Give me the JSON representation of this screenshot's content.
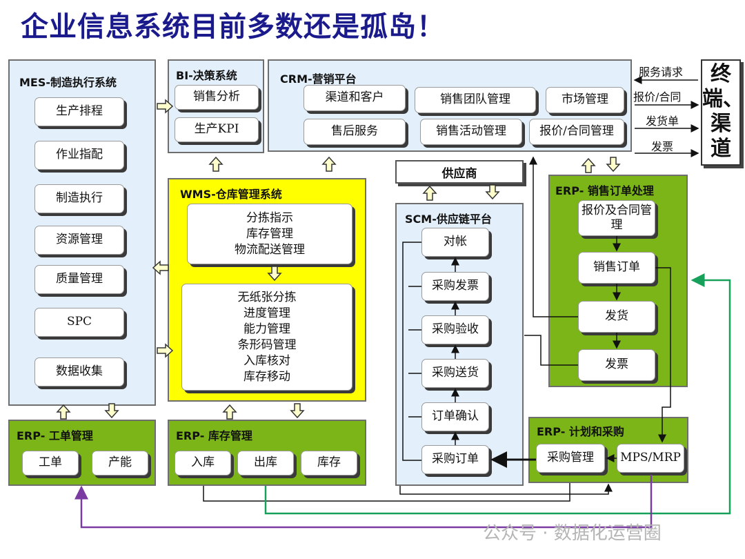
{
  "title": "企业信息系统目前多数还是孤岛！",
  "mes": {
    "title": "MES-制造执行系统",
    "items": [
      "生产排程",
      "作业指配",
      "制造执行",
      "资源管理",
      "质量管理",
      "SPC",
      "数据收集"
    ]
  },
  "bi": {
    "title": "BI-决策系统",
    "items": [
      "销售分析",
      "生产KPI"
    ]
  },
  "crm": {
    "title": "CRM-营销平台",
    "items": [
      "渠道和客户",
      "销售团队管理",
      "市场管理",
      "售后服务",
      "销售活动管理",
      "报价/合同管理"
    ]
  },
  "side_labels": [
    "服务请求",
    "报价/合同",
    "发货单",
    "发票"
  ],
  "terminal": "终端、渠道",
  "wms": {
    "title": "WMS-仓库管理系统",
    "box1": "分拣指示\n库存管理\n物流配送管理",
    "box2": "无纸张分拣\n进度管理\n能力管理\n条形码管理\n入库核对\n库存移动"
  },
  "supplier": "供应商",
  "scm": {
    "title": "SCM-供应链平台",
    "items": [
      "对帐",
      "采购发票",
      "采购验收",
      "采购送货",
      "订单确认",
      "采购订单"
    ]
  },
  "erp_sales": {
    "title": "ERP- 销售订单处理",
    "items": [
      "报价及合同管理",
      "销售订单",
      "发货",
      "发票"
    ]
  },
  "erp_work": {
    "title": "ERP- 工单管理",
    "items": [
      "工单",
      "产能"
    ]
  },
  "erp_stock": {
    "title": "ERP- 库存管理",
    "items": [
      "入库",
      "出库",
      "库存"
    ]
  },
  "erp_plan": {
    "title": "ERP- 计划和采购",
    "items": [
      "采购管理",
      "MPS/MRP"
    ]
  },
  "watermark": "公众号 · 数据化运营圈"
}
